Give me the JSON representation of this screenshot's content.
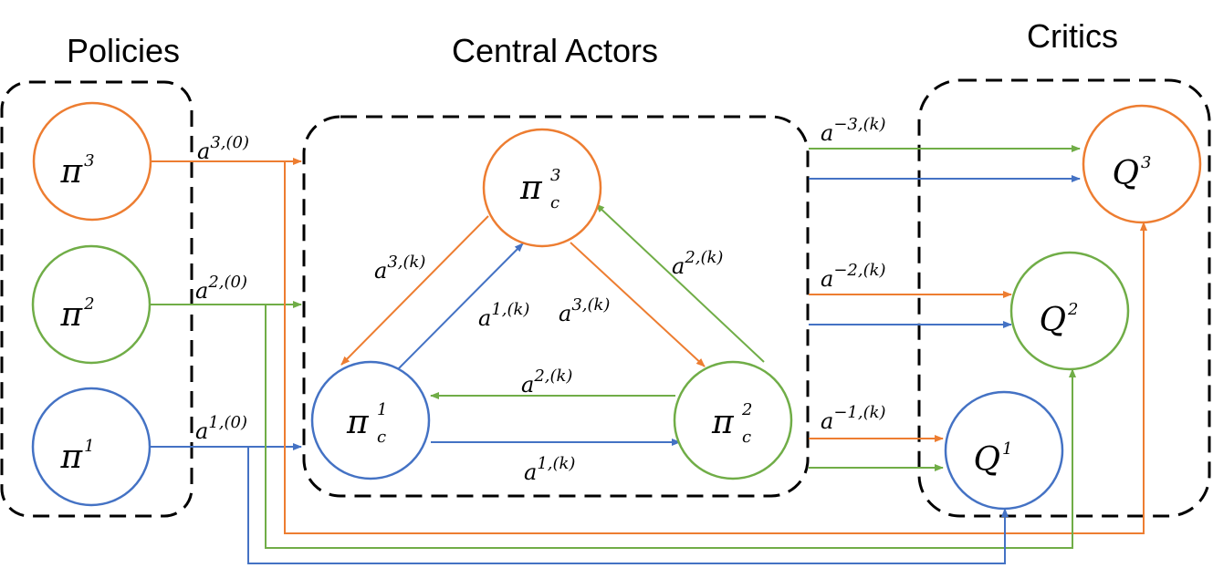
{
  "titles": {
    "policies": "Policies",
    "central_actors": "Central Actors",
    "critics": "Critics"
  },
  "colors": {
    "orange": "#ED7D31",
    "green": "#70AD47",
    "blue": "#4472C4",
    "box_border": "#000000"
  },
  "nodes": {
    "pi3": {
      "base": "π",
      "sup": "3",
      "sub": ""
    },
    "pi2": {
      "base": "π",
      "sup": "2",
      "sub": ""
    },
    "pi1": {
      "base": "π",
      "sup": "1",
      "sub": ""
    },
    "pic3": {
      "base": "π",
      "sup": "3",
      "sub": "c"
    },
    "pic1": {
      "base": "π",
      "sup": "1",
      "sub": "c"
    },
    "pic2": {
      "base": "π",
      "sup": "2",
      "sub": "c"
    },
    "q3": {
      "base": "Q",
      "sup": "3"
    },
    "q2": {
      "base": "Q",
      "sup": "2"
    },
    "q1": {
      "base": "Q",
      "sup": "1"
    }
  },
  "edge_labels": {
    "a3_0": {
      "base": "a",
      "sup": "3,(0)"
    },
    "a2_0": {
      "base": "a",
      "sup": "2,(0)"
    },
    "a1_0": {
      "base": "a",
      "sup": "1,(0)"
    },
    "a3k_left": {
      "base": "a",
      "sup": "3,(k)"
    },
    "a1k_diag": {
      "base": "a",
      "sup": "1,(k)"
    },
    "a3k_right": {
      "base": "a",
      "sup": "3,(k)"
    },
    "a2k_right": {
      "base": "a",
      "sup": "2,(k)"
    },
    "a2k_bottom": {
      "base": "a",
      "sup": "2,(k)"
    },
    "a1k_bottom": {
      "base": "a",
      "sup": "1,(k)"
    },
    "am3k": {
      "base": "a",
      "sup": "−3,(k)"
    },
    "am2k": {
      "base": "a",
      "sup": "−2,(k)"
    },
    "am1k": {
      "base": "a",
      "sup": "−1,(k)"
    }
  }
}
